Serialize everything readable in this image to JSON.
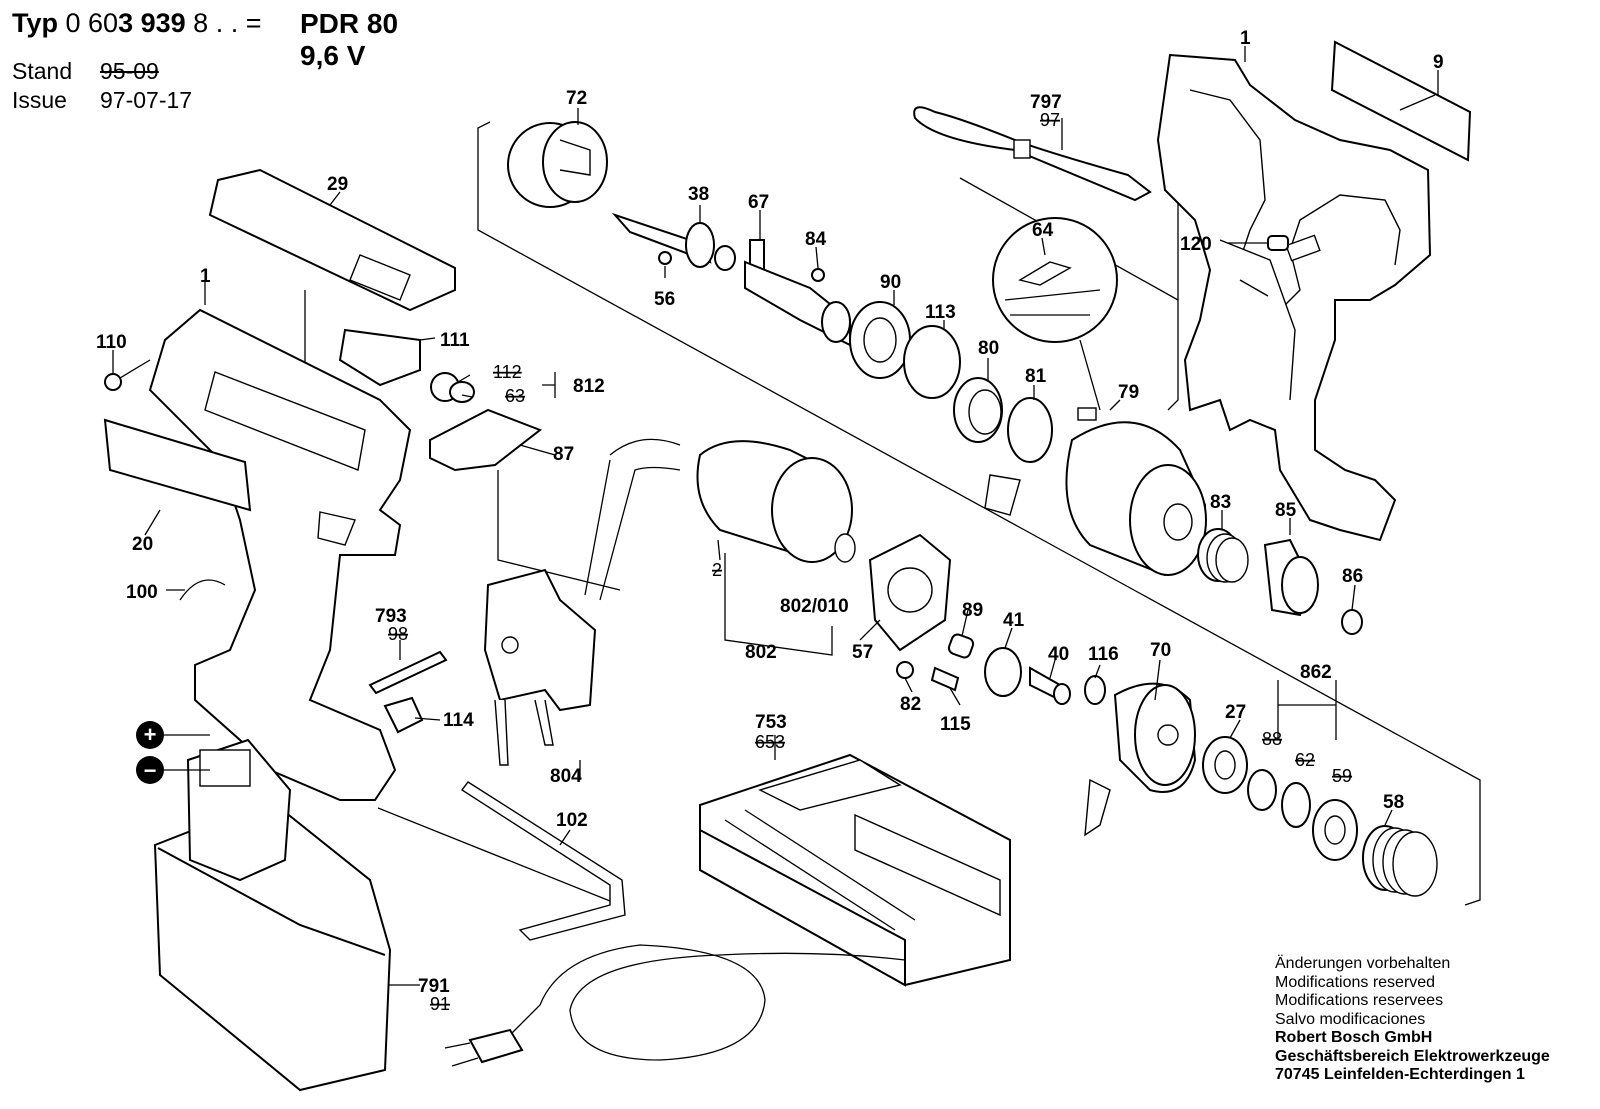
{
  "header": {
    "typ_label": "Typ",
    "typ_number_a": "0 60",
    "typ_number_b": "3 939",
    "typ_number_c": "8 . . =",
    "model": "PDR  80",
    "voltage": "9,6 V",
    "stand_label": "Stand",
    "stand_value": "95-09",
    "issue_label": "Issue",
    "issue_value": "97-07-17"
  },
  "footer": {
    "lines": [
      "Änderungen vorbehalten",
      "Modifications reserved",
      "Modifications reservees",
      "Salvo modificaciones"
    ],
    "company": "Robert Bosch GmbH",
    "division": "Geschäftsbereich Elektrowerkzeuge",
    "address": "70745 Leinfelden-Echterdingen 1"
  },
  "labels": {
    "p1a": "1",
    "p9": "9",
    "p797": "797",
    "p797s": "97",
    "p120": "120",
    "p72": "72",
    "p38": "38",
    "p67": "67",
    "p84": "84",
    "p56": "56",
    "p90": "90",
    "p113": "113",
    "p80": "80",
    "p81": "81",
    "p79": "79",
    "p64": "64",
    "p29": "29",
    "p1b": "1",
    "p110": "110",
    "p111": "111",
    "p112": "112",
    "p63": "63",
    "p812": "812",
    "p87": "87",
    "p20": "20",
    "p100": "100",
    "p2": "2",
    "p802_010": "802/010",
    "p802": "802",
    "p57": "57",
    "p89": "89",
    "p41": "41",
    "p40": "40",
    "p116": "116",
    "p70": "70",
    "p82": "82",
    "p115": "115",
    "p83": "83",
    "p85": "85",
    "p86": "86",
    "p862": "862",
    "p27": "27",
    "p88": "88",
    "p62": "62",
    "p59": "59",
    "p58": "58",
    "p793": "793",
    "p793s": "98",
    "p114": "114",
    "p804": "804",
    "p102": "102",
    "p753": "753",
    "p753s": "653",
    "p791": "791",
    "p791s": "91",
    "plus": "+",
    "minus": "−"
  }
}
